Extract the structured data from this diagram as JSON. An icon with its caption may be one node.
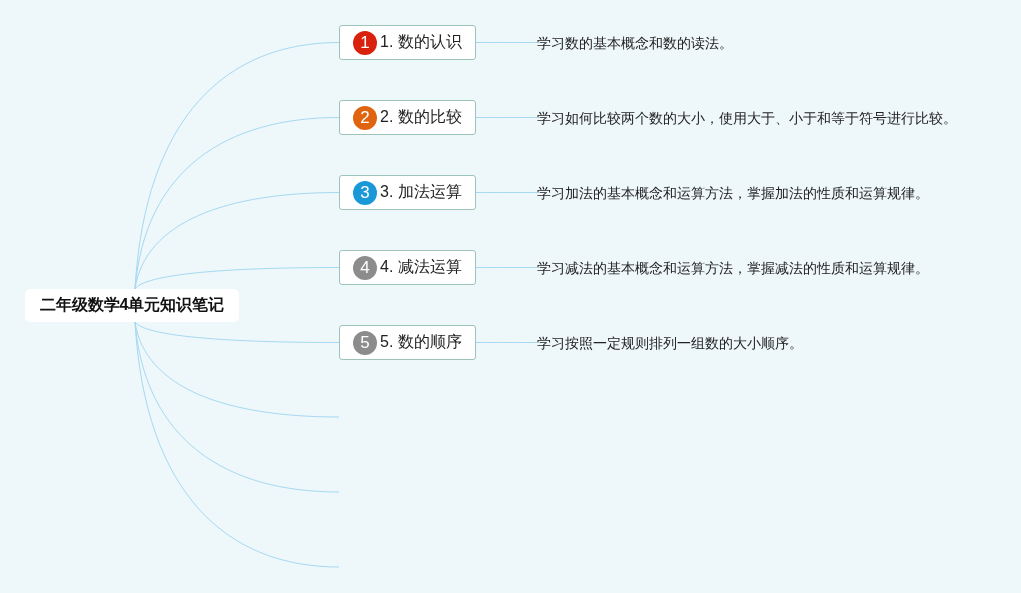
{
  "diagram": {
    "nodes": [
      {
        "text": [
          "二年级数学4单元知识笔记"
        ]
      },
      {
        "text": [
          "1",
          "1. 数的认识"
        ]
      },
      {
        "text": [
          "2",
          "2. 数的比较"
        ]
      },
      {
        "text": [
          "3",
          "3. 加法运算"
        ]
      },
      {
        "text": [
          "4",
          "4. 减法运算"
        ]
      },
      {
        "text": [
          "5",
          "5. 数的顺序"
        ]
      },
      {
        "text": [
          "学习数的基本概念和数的读法。"
        ]
      },
      {
        "text": [
          "学习如何比较两个数的大小，使用大于、小于和等于符号进行比较。"
        ]
      },
      {
        "text": [
          "学习加法的基本概念和运算方法，掌握加法的性质和运算规律。"
        ]
      },
      {
        "text": [
          "学习减法的基本概念和运算方法，掌握减法的性质和运算规律。"
        ]
      },
      {
        "text": [
          "学习按照一定规则排列一组数的大小顺序。"
        ]
      }
    ],
    "edges": [
      {
        "from": 0,
        "to": 1,
        "arrow": "none"
      },
      {
        "from": 0,
        "to": 2,
        "arrow": "none"
      },
      {
        "from": 0,
        "to": 3,
        "arrow": "none"
      },
      {
        "from": 0,
        "to": 4,
        "arrow": "none"
      },
      {
        "from": 0,
        "to": 5,
        "arrow": "none"
      },
      {
        "from": 1,
        "to": 6,
        "arrow": "none"
      },
      {
        "from": 2,
        "to": 7,
        "arrow": "none"
      },
      {
        "from": 3,
        "to": 8,
        "arrow": "none"
      },
      {
        "from": 4,
        "to": 9,
        "arrow": "none"
      },
      {
        "from": 5,
        "to": 10,
        "arrow": "none"
      },
      {
        "from": 0,
        "to": null,
        "arrow": "none"
      },
      {
        "from": 0,
        "to": null,
        "arrow": "none"
      },
      {
        "from": 0,
        "to": null,
        "arrow": "none"
      }
    ]
  }
}
